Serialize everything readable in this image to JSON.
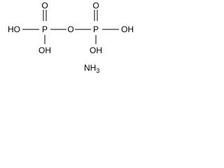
{
  "structure": {
    "p1": {
      "label": "P",
      "oxo": "O",
      "left": "HO",
      "bottom": "OH"
    },
    "bridge": "O",
    "p2": {
      "label": "P",
      "oxo": "O",
      "right": "OH",
      "bottom": "OH"
    },
    "counter_ion": {
      "main": "NH",
      "subscript": "3"
    }
  }
}
